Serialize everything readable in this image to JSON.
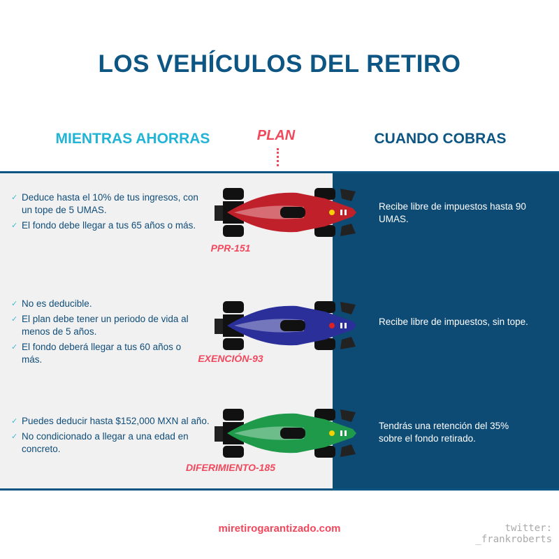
{
  "title": "LOS VEHÍCULOS DEL RETIRO",
  "headers": {
    "left": "MIENTRAS AHORRAS",
    "center": "PLAN",
    "right": "CUANDO COBRAS"
  },
  "plans": [
    {
      "name": "PPR-151",
      "color": "#c0202a",
      "bullets": [
        "Deduce hasta el 10% de tus ingresos, con un tope de 5 UMAS.",
        "El fondo debe llegar a tus 65 años o más."
      ],
      "payout": "Recibe libre de impuestos hasta 90 UMAS."
    },
    {
      "name": "EXENCIÓN-93",
      "color": "#2b2f9a",
      "bullets": [
        "No es deducible.",
        "El plan debe tener un periodo de vida al menos de 5 años.",
        "El fondo deberá llegar a tus 60 años o más."
      ],
      "payout": "Recibe libre de impuestos, sin tope."
    },
    {
      "name": "DIFERIMIENTO-185",
      "color": "#1e9a4a",
      "bullets": [
        "Puedes deducir hasta $152,000 MXN al año.",
        "No condicionado a llegar a una edad en concreto."
      ],
      "payout": "Tendrás una retención del 35% sobre el fondo retirado."
    }
  ],
  "footer": {
    "site": "miretirogarantizado.com",
    "twitter": "twitter: _frankroberts"
  }
}
